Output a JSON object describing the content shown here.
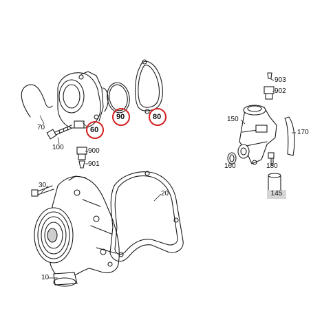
{
  "diagram": {
    "callouts": {
      "p60": "60",
      "p90": "90",
      "p80": "80",
      "p70": "70",
      "p100": "100",
      "p900": "900",
      "p901": "901",
      "p30": "30",
      "p20": "20",
      "p10": "10",
      "p903": "903",
      "p902": "902",
      "p150": "150",
      "p170": "170",
      "p160": "160",
      "p180": "180",
      "p145": "145"
    },
    "highlighted_parts": [
      "60",
      "90",
      "80"
    ],
    "colors": {
      "highlight_ring": "#d42020",
      "part_box": "#d6d6d6",
      "line": "#1a1a1a"
    }
  }
}
